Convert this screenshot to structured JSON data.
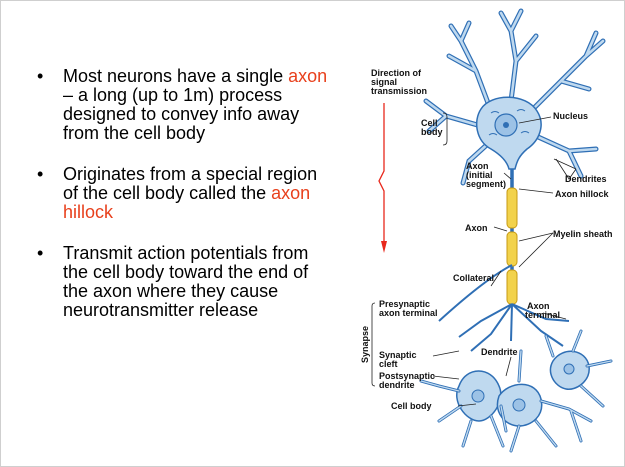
{
  "bullets": [
    {
      "pre": "Most neurons have a single ",
      "hl": "axon",
      "post": " – a long (up to 1m) process designed to convey info away from the cell body"
    },
    {
      "pre": "Originates from a special region of the cell body called the ",
      "hl": "axon hillock",
      "post": ""
    },
    {
      "pre": "Transmit action potentials from the cell body toward the end of the axon where they cause neurotransmitter release",
      "hl": "",
      "post": ""
    }
  ],
  "diagram": {
    "direction_line1": "Direction of",
    "direction_line2": "signal",
    "direction_line3": "transmission",
    "cell_body_line1": "Cell",
    "cell_body_line2": "body",
    "nucleus": "Nucleus",
    "axon_initial_line1": "Axon",
    "axon_initial_line2": "(initial",
    "axon_initial_line3": "segment)",
    "dendrites": "Dendrites",
    "axon_hillock": "Axon hillock",
    "axon": "Axon",
    "myelin_sheath": "Myelin sheath",
    "collateral": "Collateral",
    "presynaptic_line1": "Presynaptic",
    "presynaptic_line2": "axon terminal",
    "axon_terminal_line1": "Axon",
    "axon_terminal_line2": "terminal",
    "synapse": "Synapse",
    "synaptic_cleft_line1": "Synaptic",
    "synaptic_cleft_line2": "cleft",
    "dendrite": "Dendrite",
    "postsynaptic_line1": "Postsynaptic",
    "postsynaptic_line2": "dendrite",
    "cell_body_bottom": "Cell body"
  },
  "colors": {
    "highlight": "#e8401c",
    "neuron_fill": "#bfd9ef",
    "neuron_stroke": "#2f6fb5",
    "myelin": "#f2d24b",
    "arrow": "#e8281c"
  }
}
